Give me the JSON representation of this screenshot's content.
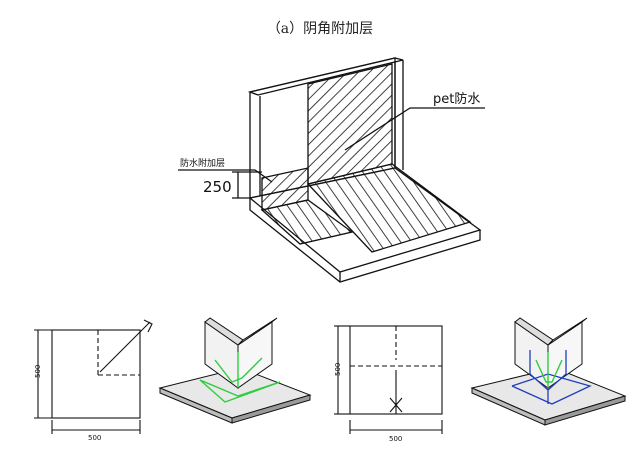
{
  "title": "（a）阴角附加层",
  "main_figure": {
    "label_pet": "pet防水",
    "label_layer": "防水附加层",
    "dimension_250": "250"
  },
  "small_figures": [
    {
      "dim_side": "500",
      "dim_bottom": "500"
    },
    {
      "dim_side": "500",
      "dim_bottom": "500"
    }
  ],
  "colors": {
    "line": "#111111",
    "green": "#2ecc40",
    "blue": "#1f3fbf",
    "plate": "#e8e8e8"
  }
}
